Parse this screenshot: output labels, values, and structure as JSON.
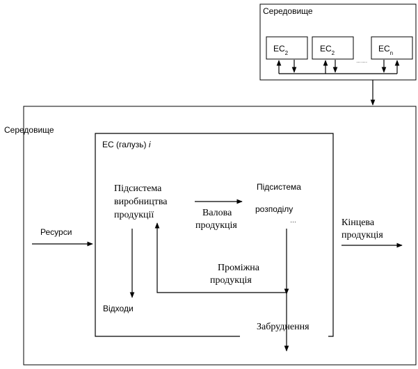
{
  "env_top": {
    "title": "Середовище",
    "units": [
      {
        "base": "ЕС",
        "sub": "2"
      },
      {
        "base": "ЕС",
        "sub": "2"
      },
      {
        "base": "ЕС",
        "sub": "n"
      }
    ],
    "ellipsis": "……."
  },
  "env_main": {
    "title": "Середовище",
    "inputs_label": "Ресурси",
    "output_label_line1": "Кінцева",
    "output_label_line2": "продукція"
  },
  "industry": {
    "title": "ЕС (галузь) ",
    "title_index": "i",
    "production": {
      "line1": "Підсистема",
      "line2": "виробництва",
      "line3": "продукції"
    },
    "distribution": {
      "line1": "Підсистема",
      "line2": "розподілу",
      "line3": "…"
    },
    "gross_line1": "Валова",
    "gross_line2": "продукція",
    "intermediate_line1": "Проміжна",
    "intermediate_line2": "продукція",
    "waste_label": "Відходи",
    "pollution_label": "Забруднення"
  }
}
